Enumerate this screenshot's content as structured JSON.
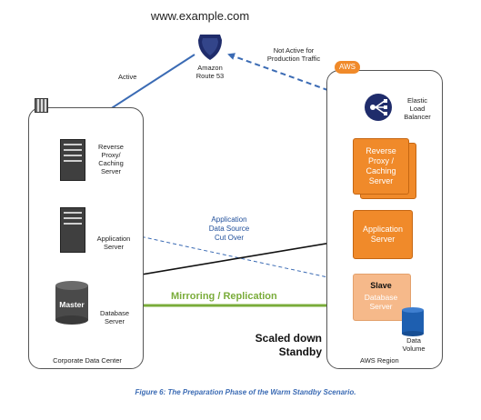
{
  "header": {
    "domain": "www.example.com"
  },
  "dns": {
    "name": "Amazon\nRoute 53",
    "icon": "route53-shield-icon"
  },
  "links": {
    "active": "Active",
    "not_active": "Not Active for\nProduction Traffic",
    "cut_over": "Application\nData Source\nCut Over",
    "mirroring": "Mirroring / Replication"
  },
  "corporate": {
    "caption": "Corporate Data Center",
    "reverse_proxy": "Reverse\nProxy/\nCaching\nServer",
    "app_server": "Application\nServer",
    "master": "Master",
    "db_server": "Database\nServer"
  },
  "aws": {
    "badge": "AWS",
    "caption": "AWS Region",
    "elb": "Elastic\nLoad\nBalancer",
    "reverse_proxy": "Reverse\nProxy /\nCaching\nServer",
    "app_server": "Application\nServer",
    "slave_title": "Slave",
    "slave_sub": "Database\nServer",
    "data_volume": "Data\nVolume"
  },
  "standby": "Scaled down\nStandby",
  "figure_caption": "Figure 6: The Preparation Phase of the Warm Standby Scenario.",
  "colors": {
    "orange": "#f08a2a",
    "light_orange": "#f6b98a",
    "blue": "#3b6bb4",
    "green": "#7aac3a",
    "navy": "#1f2c6b"
  }
}
